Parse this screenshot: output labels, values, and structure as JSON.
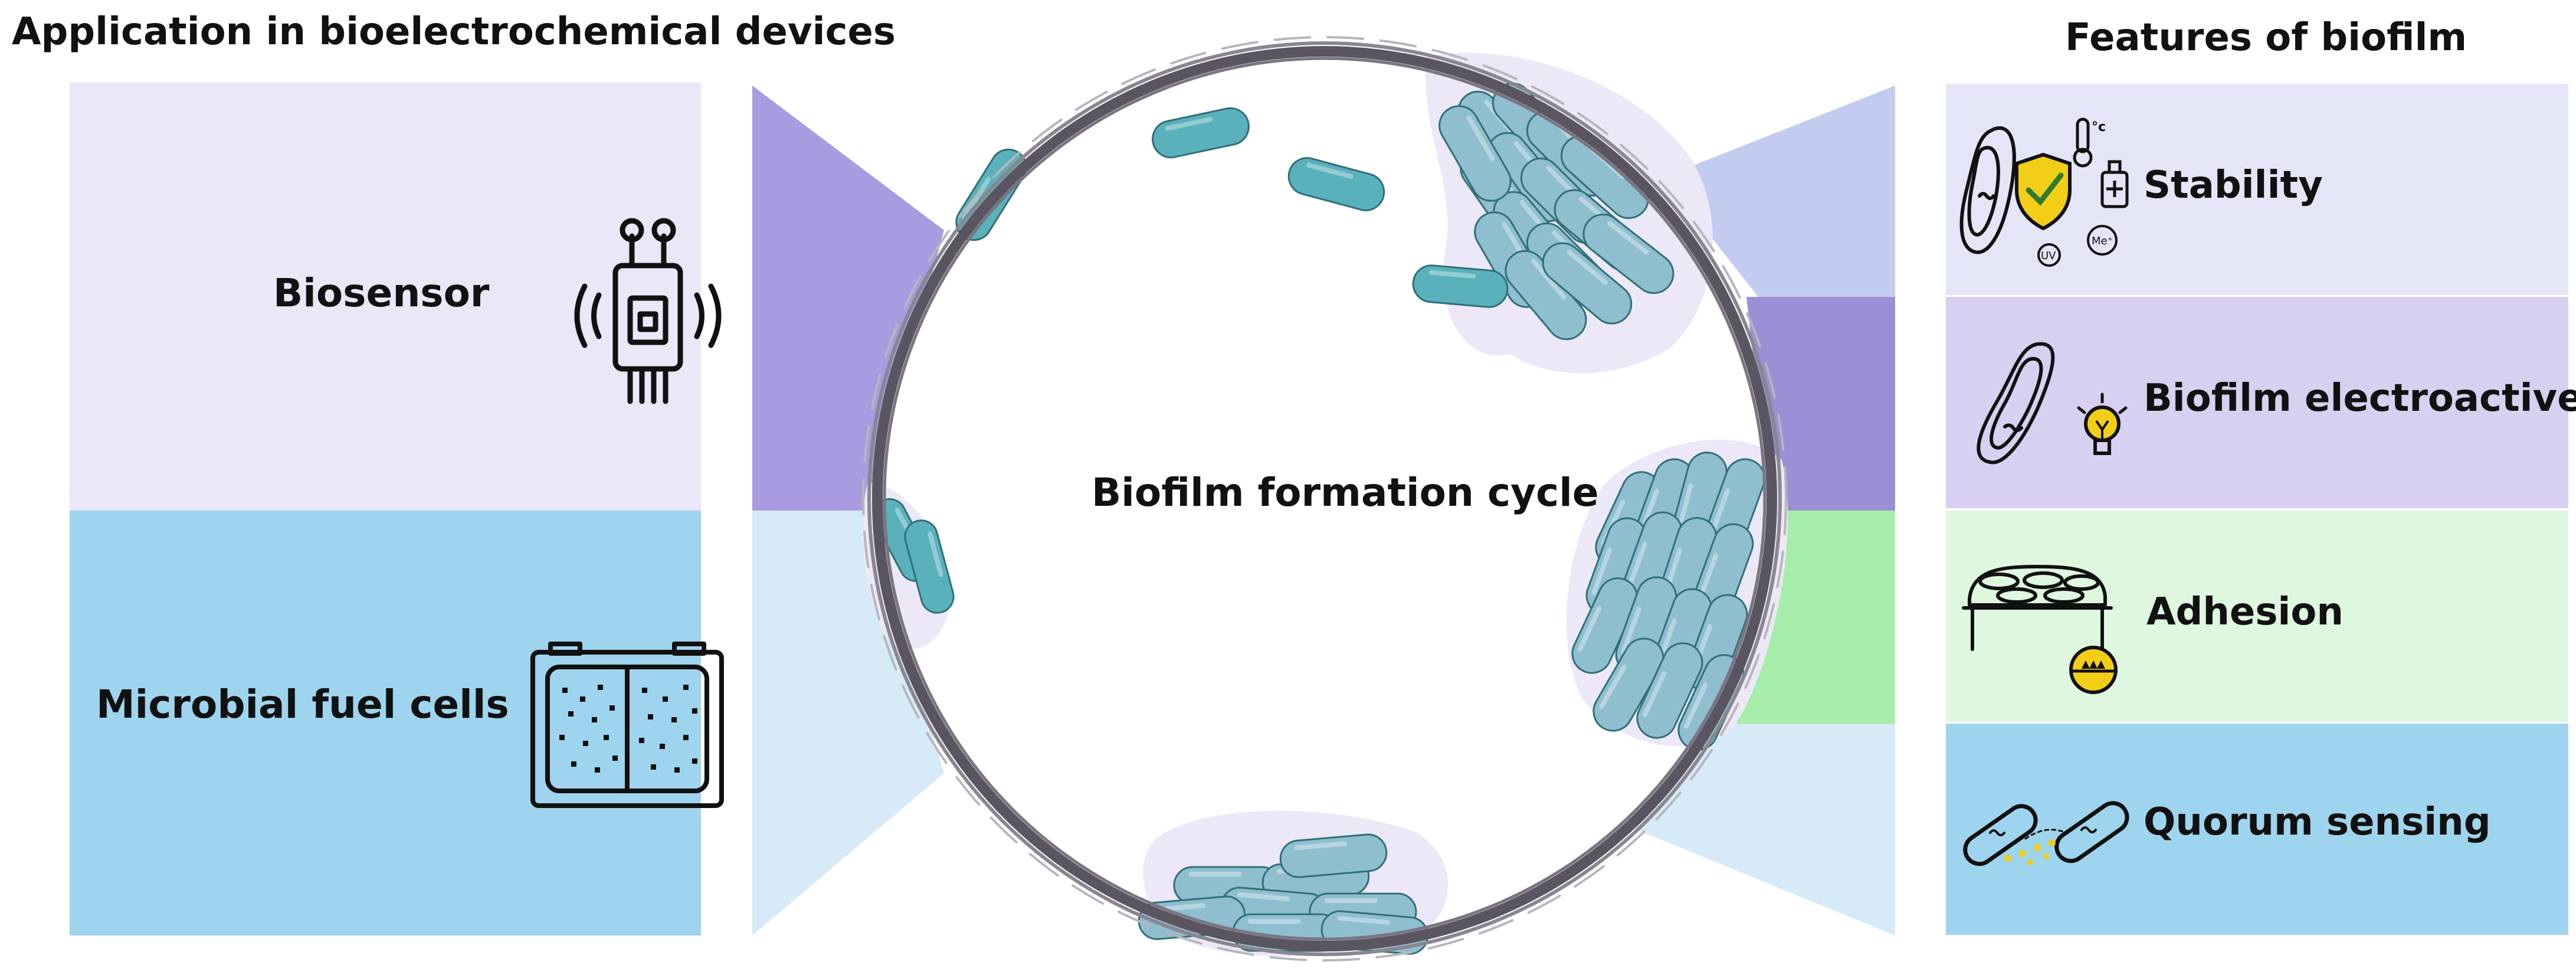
{
  "left_title": "Application in bioelectrochemical devices",
  "right_title": "Features of biofilm",
  "center_label": "Biofilm formation cycle",
  "applications": [
    {
      "label": "Biosensor",
      "icon": "biosensor-icon",
      "color": "#ebe6f8"
    },
    {
      "label": "Microbial fuel cells",
      "icon": "fuel-cell-icon",
      "color": "#9fd4ee"
    }
  ],
  "features": [
    {
      "label": "Stability",
      "icon": "stability-icon",
      "color": "#e4e6f8"
    },
    {
      "label": "Biofilm electroactive",
      "icon": "electroactive-icon",
      "color": "#d7d0f1"
    },
    {
      "label": "Adhesion",
      "icon": "adhesion-icon",
      "color": "#dff6df"
    },
    {
      "label": "Quorum sensing",
      "icon": "quorum-sensing-icon",
      "color": "#9fd4ee"
    }
  ],
  "colors": {
    "bacteria": "#5ab1bb",
    "biofilm_cells": "#8fbfcf",
    "matrix": "#ece8f7",
    "connector_purple": "#a99bdf",
    "connector_lightblue": "#d6eaf7",
    "connector_periwinkle": "#c4cbf0",
    "connector_violet": "#9d8fd6",
    "connector_green": "#a6ecaa",
    "check_yellow": "#f2cf16"
  }
}
